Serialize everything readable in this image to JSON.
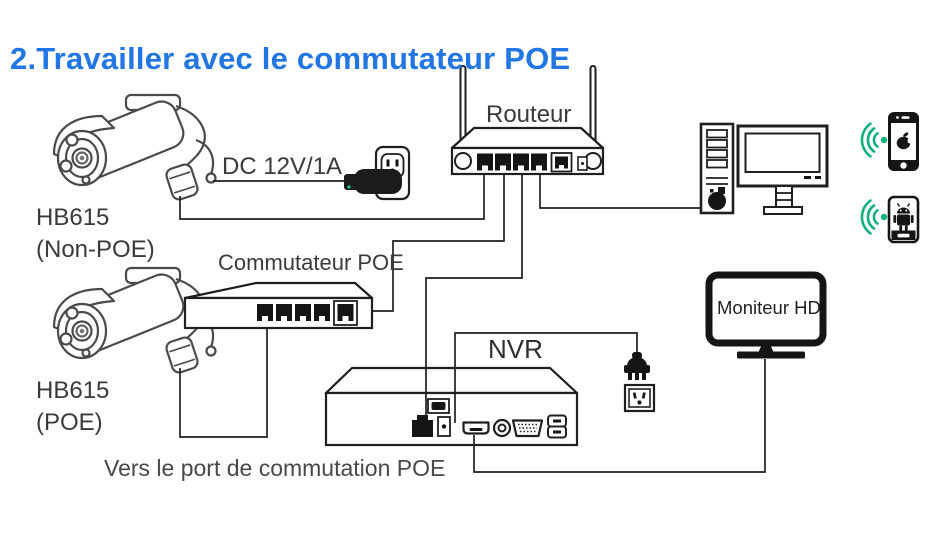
{
  "title": "2.Travailler avec le commutateur POE",
  "colors": {
    "title_blue": "#2176e4",
    "line_black": "#1f1f1f",
    "label_gray": "#3a3a3a",
    "wifi_green": "#13af7e"
  },
  "labels": {
    "router": "Routeur",
    "dc_power": "DC 12V/1A",
    "camera1_model": "HB615",
    "camera1_type": "(Non-POE)",
    "poe_switch": "Commutateur POE",
    "nvr": "NVR",
    "camera2_model": "HB615",
    "camera2_type": "(POE)",
    "monitor": "Moniteur HD",
    "poe_port_note": "Vers le port de commutation POE"
  },
  "diagram": {
    "nodes": [
      {
        "id": "camera-non-poe",
        "label": "HB615",
        "sublabel": "(Non-POE)",
        "icon": "bullet-camera-icon"
      },
      {
        "id": "dc-adapter",
        "label": "DC 12V/1A",
        "icon": "wall-outlet-plug-icon"
      },
      {
        "id": "router",
        "label": "Routeur",
        "icon": "router-icon",
        "ports": 5,
        "antennas": 2
      },
      {
        "id": "pc",
        "icon": "desktop-computer-icon"
      },
      {
        "id": "ios-phone",
        "icon": "iphone-apple-icon",
        "wireless": true
      },
      {
        "id": "android-phone",
        "icon": "android-phone-icon",
        "wireless": true
      },
      {
        "id": "poe-switch",
        "label": "Commutateur POE",
        "icon": "poe-switch-icon",
        "ports": 5
      },
      {
        "id": "camera-poe",
        "label": "HB615",
        "sublabel": "(POE)",
        "icon": "bullet-camera-icon"
      },
      {
        "id": "nvr",
        "label": "NVR",
        "icon": "nvr-icon"
      },
      {
        "id": "nvr-power-outlet",
        "icon": "power-plug-outlet-icon"
      },
      {
        "id": "monitor-hd",
        "label": "Moniteur HD",
        "icon": "hd-monitor-icon"
      }
    ],
    "connections": [
      {
        "from": "camera-non-poe-network",
        "to": "router-lan-port-1"
      },
      {
        "from": "camera-non-poe-power",
        "to": "dc-adapter"
      },
      {
        "from": "router-lan-port-2",
        "to": "poe-switch-uplink"
      },
      {
        "from": "router-lan-port-3",
        "to": "nvr-ethernet"
      },
      {
        "from": "router-lan-port-4",
        "to": "pc"
      },
      {
        "from": "camera-poe-network",
        "to": "poe-switch-port"
      },
      {
        "from": "nvr-dc-jack",
        "to": "nvr-power-outlet"
      },
      {
        "from": "nvr-hdmi",
        "to": "monitor-hd"
      }
    ],
    "note": "Vers le port de commutation POE"
  }
}
